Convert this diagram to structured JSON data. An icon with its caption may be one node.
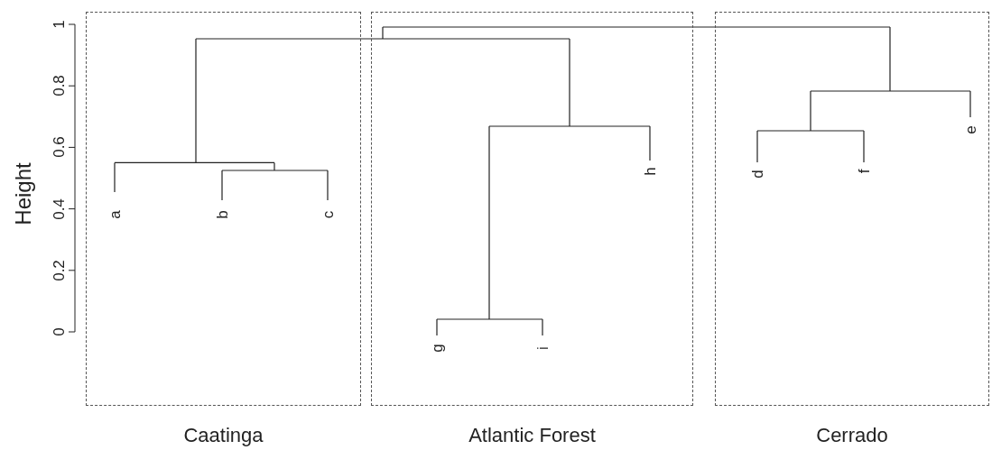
{
  "diagram": {
    "nodes": [
      {
        "text": [
          "Caatinga"
        ]
      },
      {
        "text": [
          "Atlantic Forest"
        ]
      },
      {
        "text": [
          "Cerrado"
        ]
      }
    ],
    "edges": [],
    "labels": [
      "1",
      "0.8",
      "0.6",
      "0.4",
      "0.2",
      "0",
      "Height",
      "a",
      "b",
      "c",
      "g",
      "i",
      "h",
      "d",
      "f",
      "e"
    ]
  }
}
